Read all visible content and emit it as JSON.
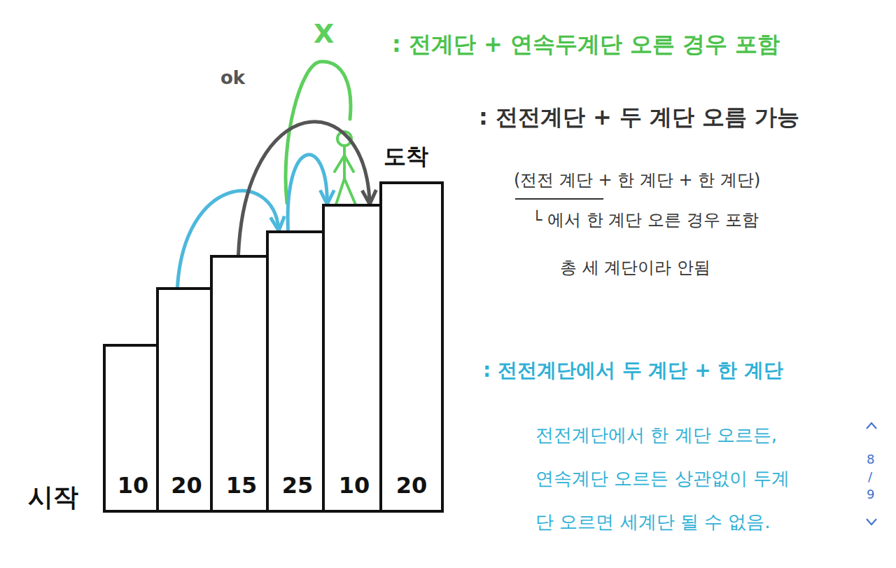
{
  "diagram": {
    "nodes": [
      {
        "text": [
          "10"
        ]
      },
      {
        "text": [
          "20"
        ]
      },
      {
        "text": [
          "15"
        ]
      },
      {
        "text": [
          "25"
        ]
      },
      {
        "text": [
          "10"
        ]
      },
      {
        "text": [
          "20"
        ]
      }
    ],
    "edges": [
      {
        "from": 1,
        "to": 3,
        "arrow": "to"
      },
      {
        "from": 2,
        "to": 4,
        "arrow": "to",
        "label": "ok"
      },
      {
        "from": 3,
        "to": 4,
        "arrow": "to"
      }
    ],
    "labels": [
      "X",
      ": 전계단 + 연속두계단 오른 경우 포함",
      ": 전전계단 + 두 계단 오름 가능",
      "도착",
      "(전전 계단 + 한 계단 + 한 계단)",
      "└ 에서 한 계단 오른 경우 포함",
      "총 세 계단이라 안됨",
      ": 전전계단에서 두 계단 + 한 계단",
      "전전계단에서 한 계단 오르든, 연속계단 오르든 상관없이 두계단 오르면 세계단 될 수 없음.",
      "8",
      "/",
      "9",
      "시작"
    ]
  }
}
